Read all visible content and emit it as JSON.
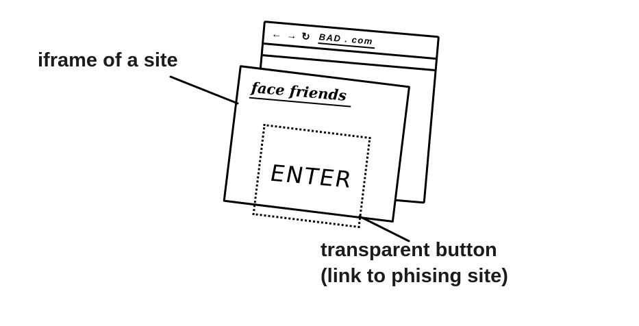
{
  "canvas": {
    "background": "#ffffff",
    "ink": "#000000"
  },
  "labels": {
    "iframe": "iframe of a site",
    "button_line1": "transparent button",
    "button_line2": "(link to phising site)"
  },
  "browser": {
    "back_icon": "←",
    "forward_icon": "→",
    "refresh_icon": "↻",
    "address": "BAD . com"
  },
  "iframe_site": {
    "title": "face friends",
    "enter_button": "ENTER"
  }
}
